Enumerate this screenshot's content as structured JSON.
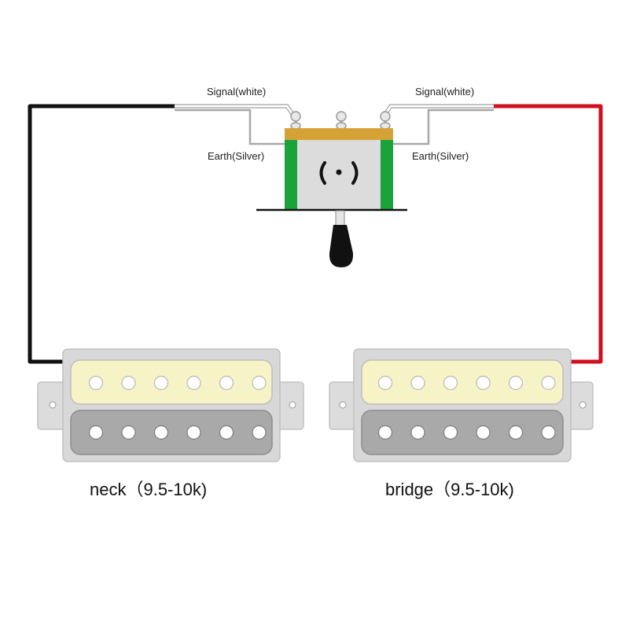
{
  "labels": {
    "signal_left": "Signal(white)",
    "signal_right": "Signal(white)",
    "earth_left": "Earth(Silver)",
    "earth_right": "Earth(Silver)",
    "neck_caption": "neck（9.5-10k)",
    "bridge_caption": "bridge（9.5-10k)"
  },
  "pickups": [
    {
      "position": "neck",
      "resistance": "9.5-10k",
      "poles_per_coil": 6
    },
    {
      "position": "bridge",
      "resistance": "9.5-10k",
      "poles_per_coil": 6
    }
  ],
  "switch": {
    "type": "3-way toggle",
    "lugs": 3
  },
  "colors": {
    "hot_wire_neck": "#111111",
    "hot_wire_bridge": "#d0101e",
    "signal_wire": "#ffffff",
    "earth_wire": "#a8a8a8",
    "pickup_frame": "#d8d8d8",
    "coil_cream": "#f6f3c6",
    "coil_grey": "#a9a9a9",
    "switch_top": "#d6a238",
    "switch_side": "#1aa33a",
    "switch_face": "#dcdcdc",
    "toggle_tip": "#111111"
  }
}
